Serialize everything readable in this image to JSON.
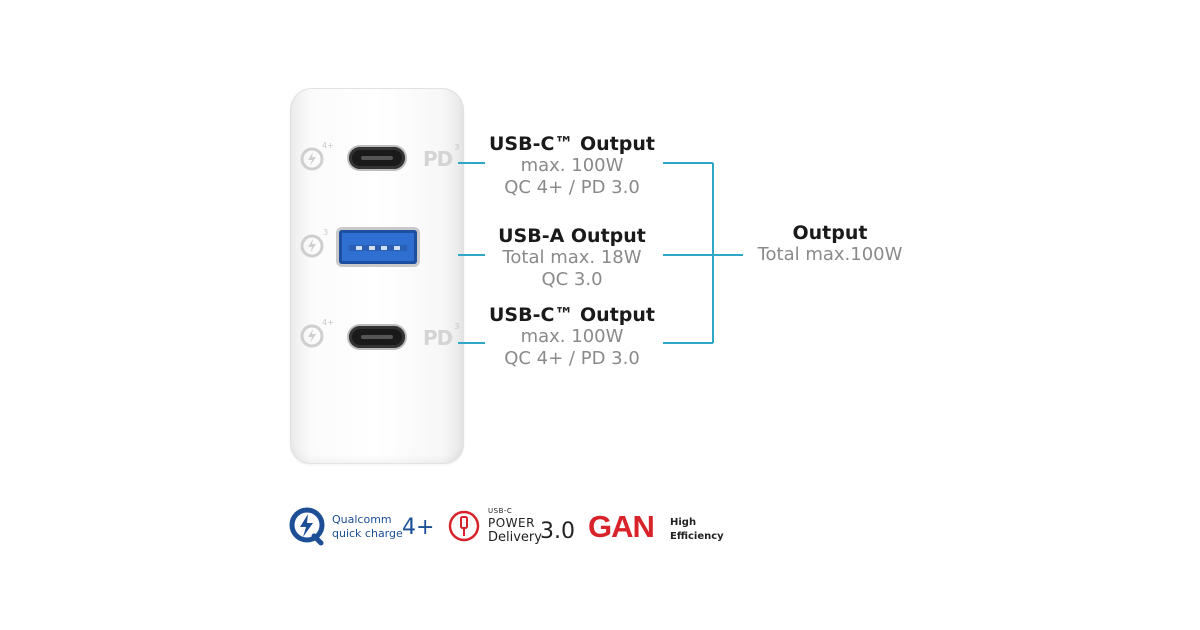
{
  "ports": [
    {
      "title": "USB-C™ Output",
      "line1": "max. 100W",
      "line2": "QC 4+ / PD 3.0",
      "qc_badge": "4+",
      "pd_badge": "PD",
      "pd_sup": "3"
    },
    {
      "title": "USB-A Output",
      "line1": "Total max. 18W",
      "line2": "QC 3.0",
      "qc_badge": "3"
    },
    {
      "title": "USB-C™ Output",
      "line1": "max. 100W",
      "line2": "QC 4+ / PD 3.0",
      "qc_badge": "4+",
      "pd_badge": "PD",
      "pd_sup": "3"
    }
  ],
  "output": {
    "title": "Output",
    "subtitle": "Total max.100W"
  },
  "logos": {
    "qualcomm": {
      "line1": "Qualcomm",
      "line2": "quick charge",
      "version": "4+"
    },
    "power_delivery": {
      "top": "USB-C",
      "power": "POWER",
      "delivery": "Delivery",
      "version": "3.0"
    },
    "gan": {
      "text": "GAN",
      "line1": "High",
      "line2": "Efficiency"
    }
  },
  "colors": {
    "connector_line": "#2fa8c8",
    "usb_a_blue": "#2f6fd1",
    "gan_red": "#d8232a",
    "qualcomm_blue": "#1c4f96"
  }
}
